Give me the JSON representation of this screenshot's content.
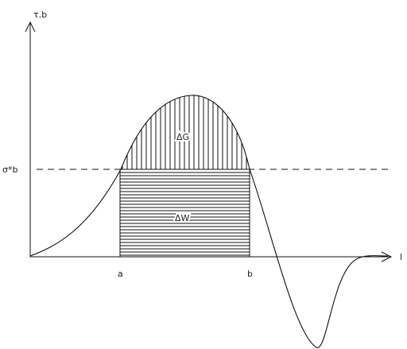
{
  "labels": {
    "y_axis": "τ.b",
    "x_axis": "l",
    "threshold": "σ*b",
    "delta_g": "ΔG",
    "delta_w": "ΔW",
    "point_a": "a",
    "point_b": "b"
  },
  "colors": {
    "stroke": "#111111",
    "background": "#ffffff"
  }
}
